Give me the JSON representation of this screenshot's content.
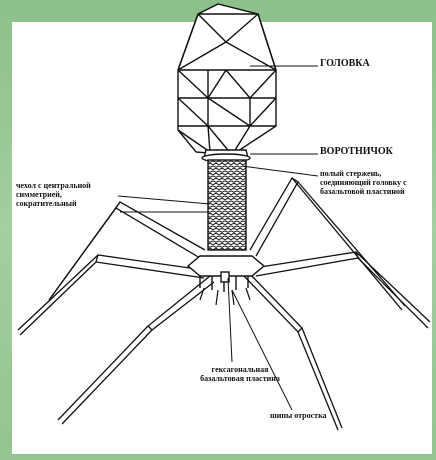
{
  "labels": {
    "head": "ГОЛОВКА",
    "collar": "ВОРОТНИЧОК",
    "rod_line1": "полый стержень,",
    "rod_line2": "соединяющий головку с",
    "rod_line3": "базальтовой пластиной",
    "sheath_line1": "чехол с центральной",
    "sheath_line2": "симметрией,",
    "sheath_line3": "сократительный",
    "plate_line1": "гексагональная",
    "plate_line2": "базальтовая пластина",
    "spikes": "шипы отростка"
  },
  "colors": {
    "background": "#9cc79a",
    "panel": "#ffffff",
    "ink": "#111111"
  }
}
